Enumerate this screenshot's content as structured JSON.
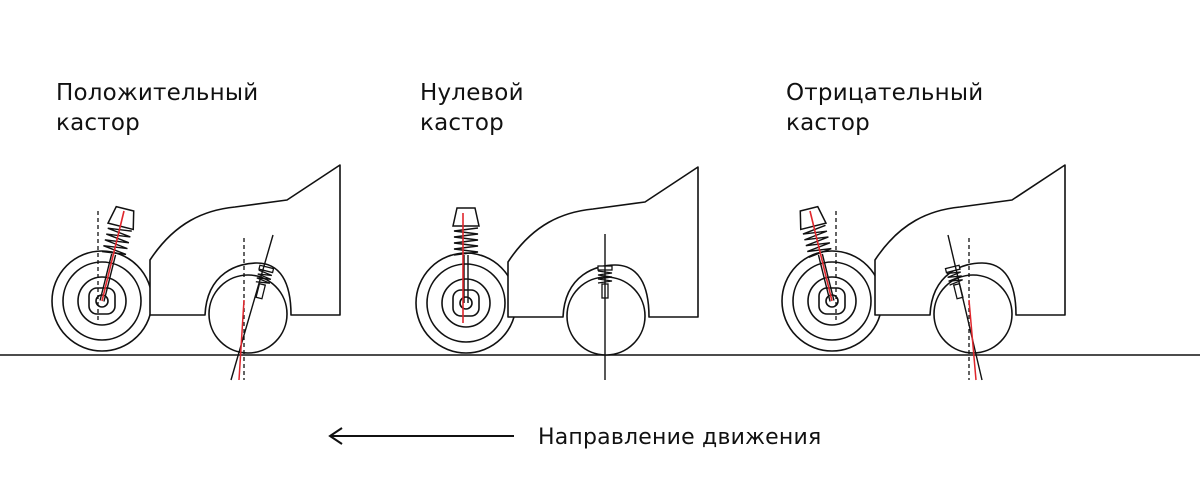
{
  "panels": [
    {
      "key": "positive",
      "title_line1": "Положительный",
      "title_line2": "кастор"
    },
    {
      "key": "zero",
      "title_line1": "Нулевой",
      "title_line2": "кастор"
    },
    {
      "key": "negative",
      "title_line1": "Отрицательный",
      "title_line2": "кастор"
    }
  ],
  "direction": {
    "label": "Направление движения"
  },
  "colors": {
    "line": "#111111",
    "accent": "#e0262c",
    "background": "#ffffff"
  }
}
